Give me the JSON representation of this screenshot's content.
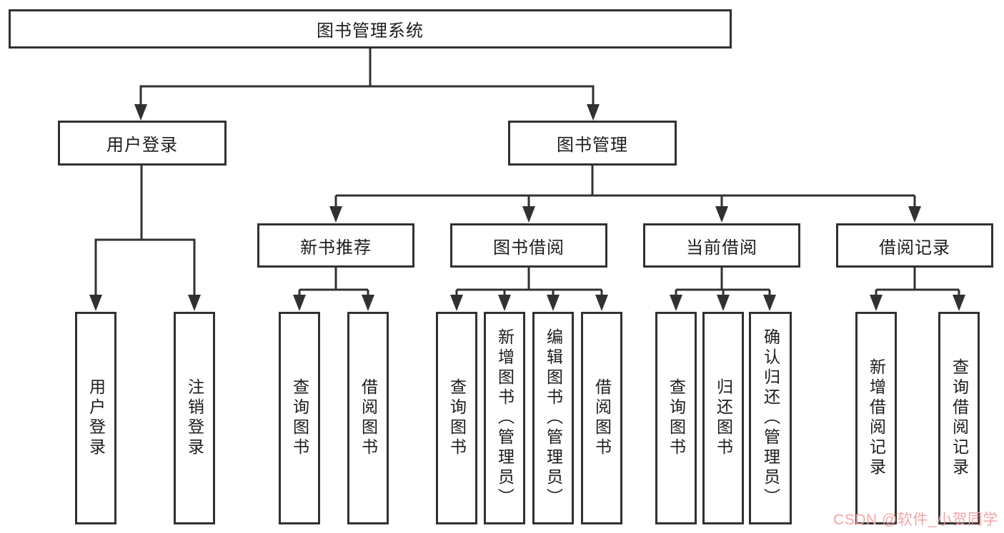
{
  "diagram": {
    "title": "图书管理系统",
    "level1": [
      {
        "label": "用户登录"
      },
      {
        "label": "图书管理"
      }
    ],
    "level2": [
      {
        "label": "新书推荐"
      },
      {
        "label": "图书借阅"
      },
      {
        "label": "当前借阅"
      },
      {
        "label": "借阅记录"
      }
    ],
    "leaves": {
      "login": [
        {
          "label": "用户登录"
        },
        {
          "label": "注销登录"
        }
      ],
      "recommend": [
        {
          "label": "查询图书"
        },
        {
          "label": "借阅图书"
        }
      ],
      "borrow": [
        {
          "label": "查询图书"
        },
        {
          "label": "新增图书（管理员）"
        },
        {
          "label": "编辑图书（管理员）"
        },
        {
          "label": "借阅图书"
        }
      ],
      "current": [
        {
          "label": "查询图书"
        },
        {
          "label": "归还图书"
        },
        {
          "label": "确认归还（管理员）"
        }
      ],
      "records": [
        {
          "label": "新增借阅记录"
        },
        {
          "label": "查询借阅记录"
        }
      ]
    },
    "watermark": "CSDN @软件_小贺同学",
    "colors": {
      "line": "#313131",
      "box_border": "#313131",
      "text": "#1c1c1c",
      "watermark": "#f0a2a2",
      "background": "#ffffff"
    }
  }
}
